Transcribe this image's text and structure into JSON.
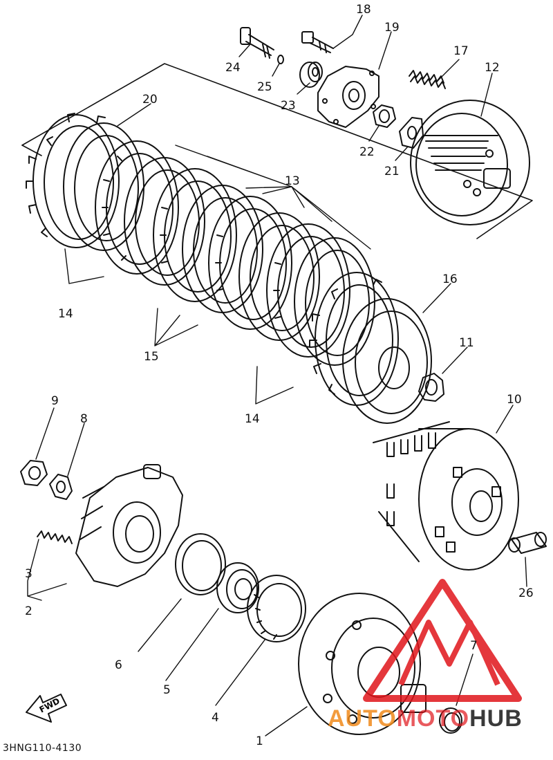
{
  "diagram_code": "3HNG110-4130",
  "fwd_label": "FWD",
  "watermark": {
    "part1": "AUTO",
    "part2": "MOTO",
    "part3": "HUB",
    "color_red": "#e0151b",
    "color_orange": "#f08a1c",
    "color_grey": "#3a3a3a"
  },
  "labels": {
    "p1": "1",
    "p2": "2",
    "p3": "3",
    "p4": "4",
    "p5": "5",
    "p6": "6",
    "p7": "7",
    "p8": "8",
    "p9": "9",
    "p10": "10",
    "p11": "11",
    "p12": "12",
    "p13": "13",
    "p14a": "14",
    "p14b": "14",
    "p15": "15",
    "p16": "16",
    "p17": "17",
    "p18": "18",
    "p19": "19",
    "p20": "20",
    "p21": "21",
    "p22": "22",
    "p23": "23",
    "p24": "24",
    "p25": "25",
    "p26": "26"
  }
}
